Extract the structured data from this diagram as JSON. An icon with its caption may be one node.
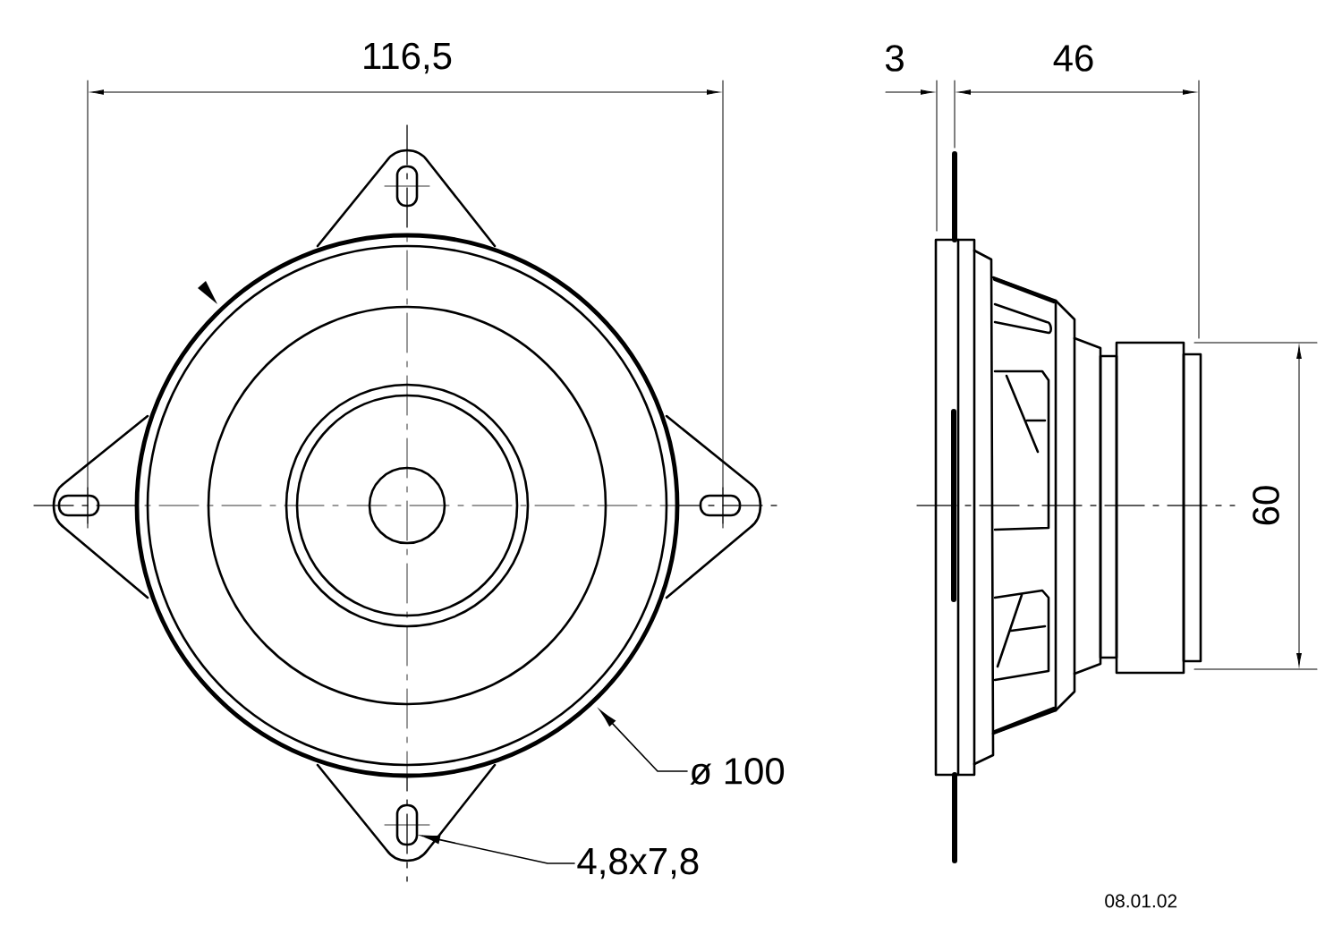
{
  "diagram": {
    "nodes": [
      {
        "text": [
          "ø 100"
        ]
      },
      {
        "text": [
          "4,8x7,8"
        ]
      }
    ],
    "edges": [
      {
        "from": 0,
        "to": null,
        "arrow": "to"
      },
      {
        "from": 1,
        "to": null,
        "arrow": "to"
      }
    ],
    "labels": [
      "116,5",
      "3",
      "46",
      "60",
      "08.01.02"
    ]
  }
}
